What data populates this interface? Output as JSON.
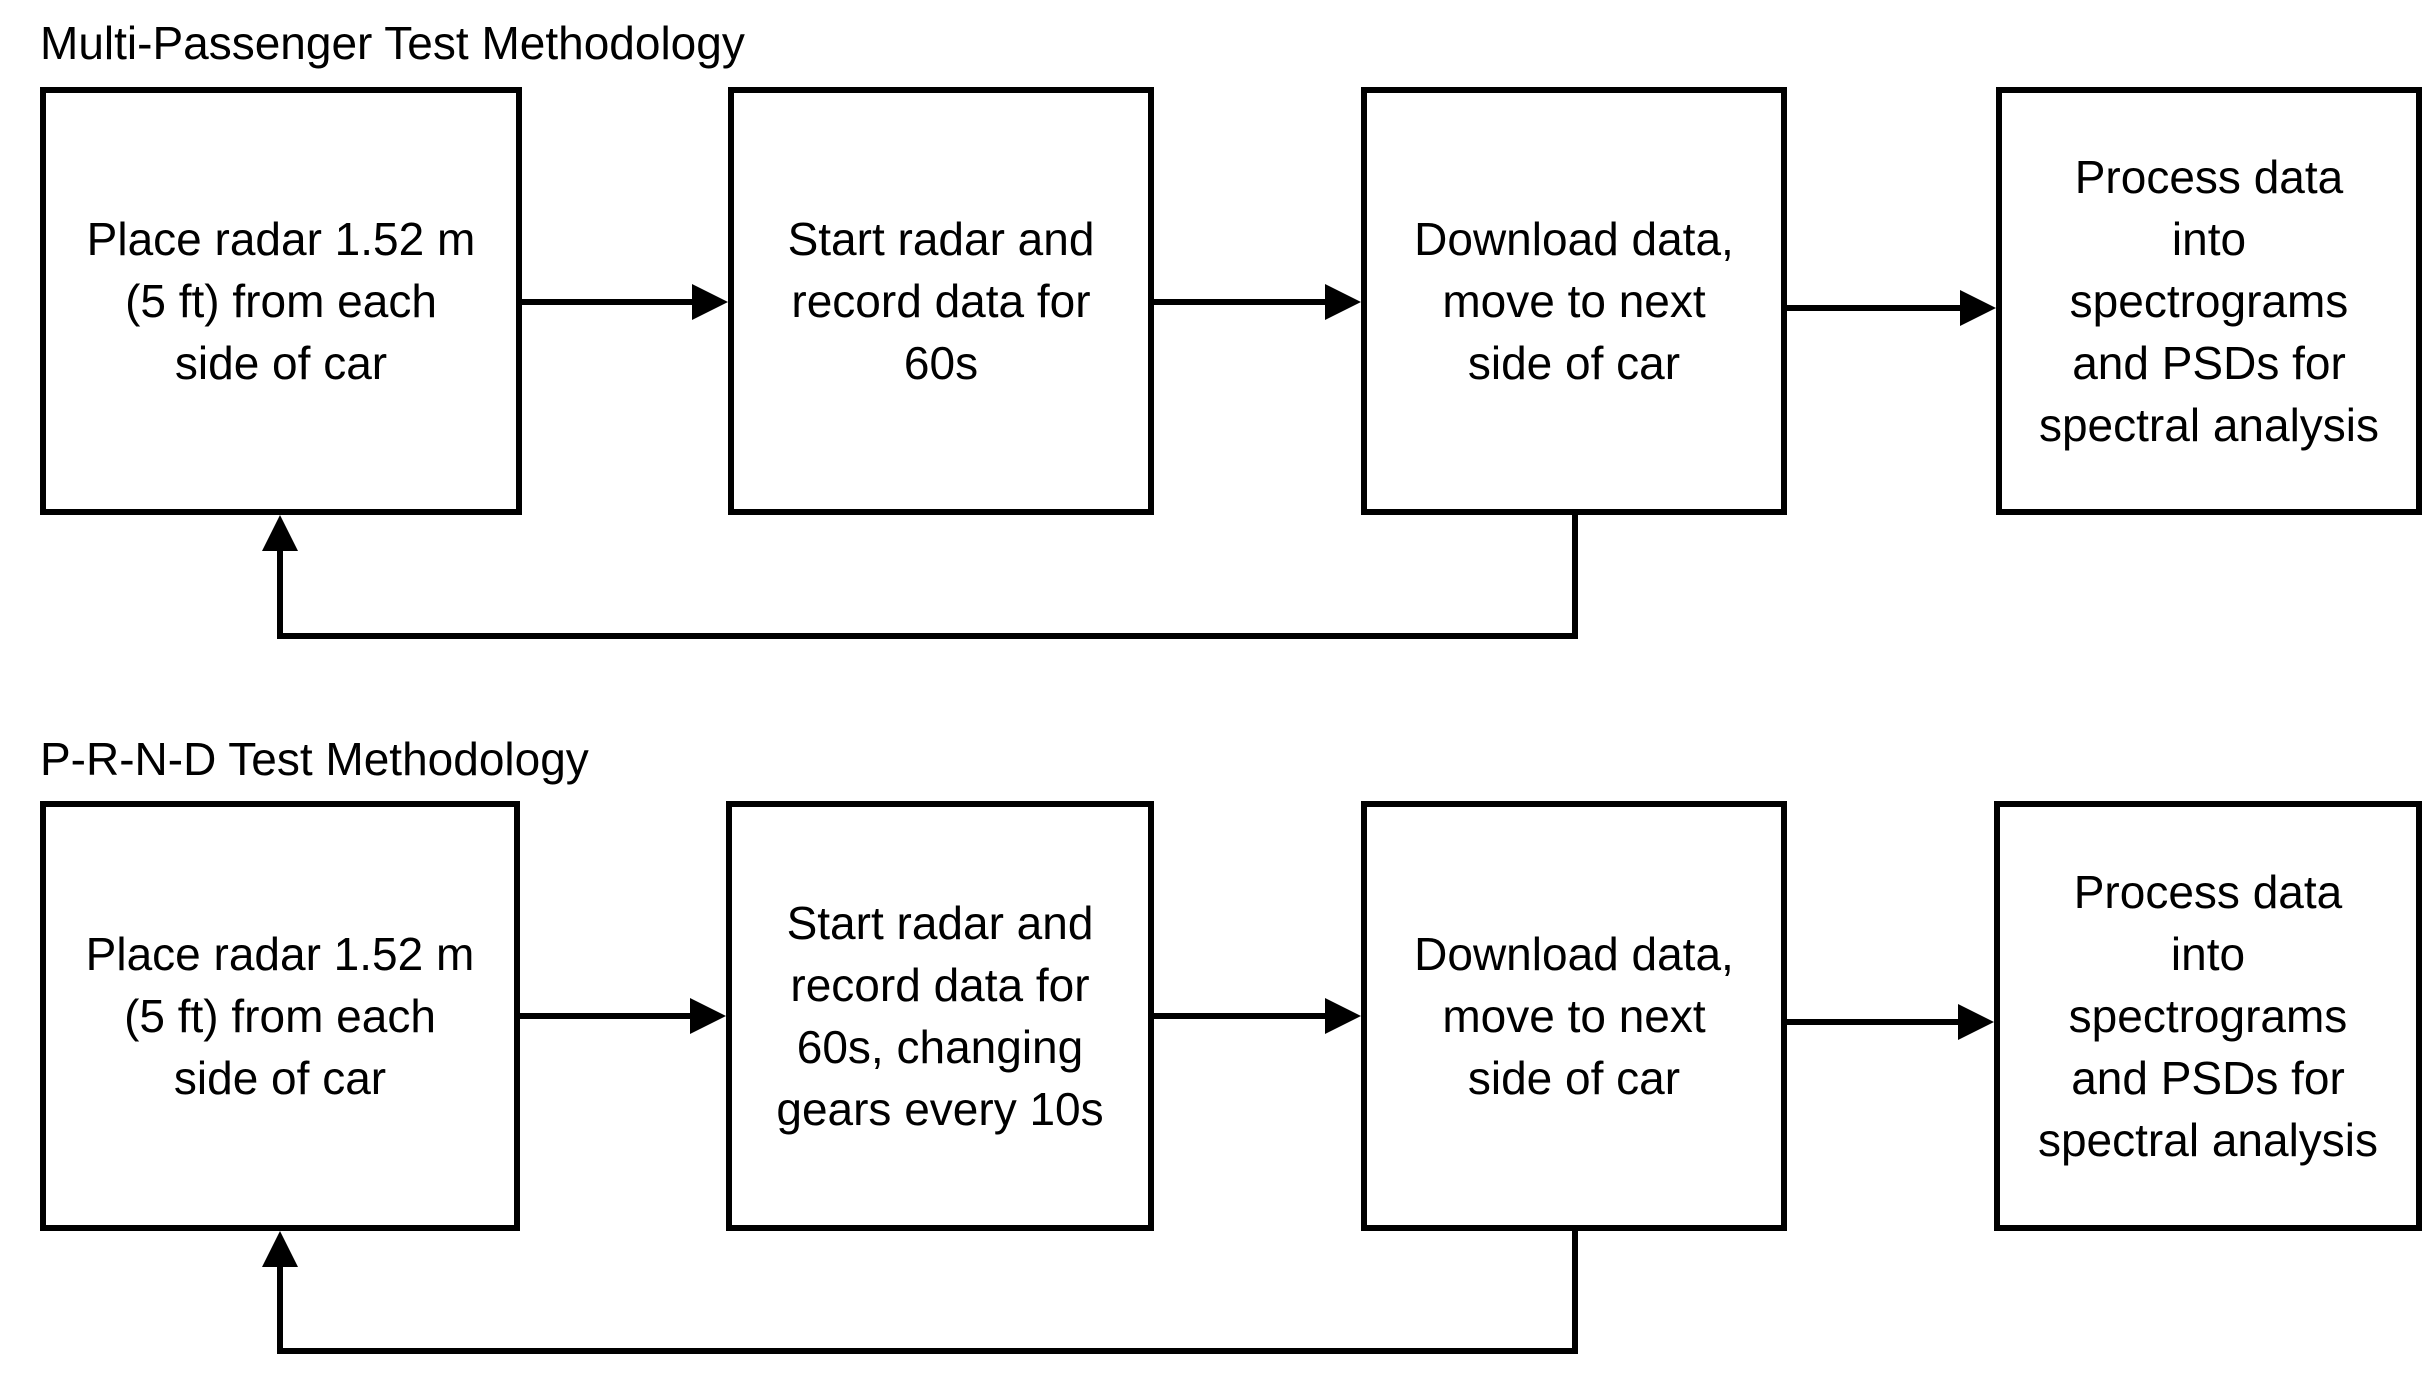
{
  "diagrams": [
    {
      "title": "Multi-Passenger Test Methodology",
      "steps": [
        {
          "text": "Place radar 1.52 m\n(5 ft) from each\nside of car"
        },
        {
          "text": "Start radar and\nrecord data for\n60s"
        },
        {
          "text": "Download data,\nmove to next\nside of car"
        },
        {
          "text": "Process data\ninto\nspectrograms\nand PSDs for\nspectral analysis"
        }
      ]
    },
    {
      "title": "P-R-N-D Test Methodology",
      "steps": [
        {
          "text": "Place radar 1.52 m\n(5 ft) from each\nside of car"
        },
        {
          "text": "Start radar and\nrecord data for\n60s, changing\ngears every 10s"
        },
        {
          "text": "Download data,\nmove to next\nside of car"
        },
        {
          "text": "Process data\ninto\nspectrograms\nand PSDs for\nspectral analysis"
        }
      ]
    }
  ],
  "colors": {
    "stroke": "#000000",
    "background": "#ffffff"
  }
}
